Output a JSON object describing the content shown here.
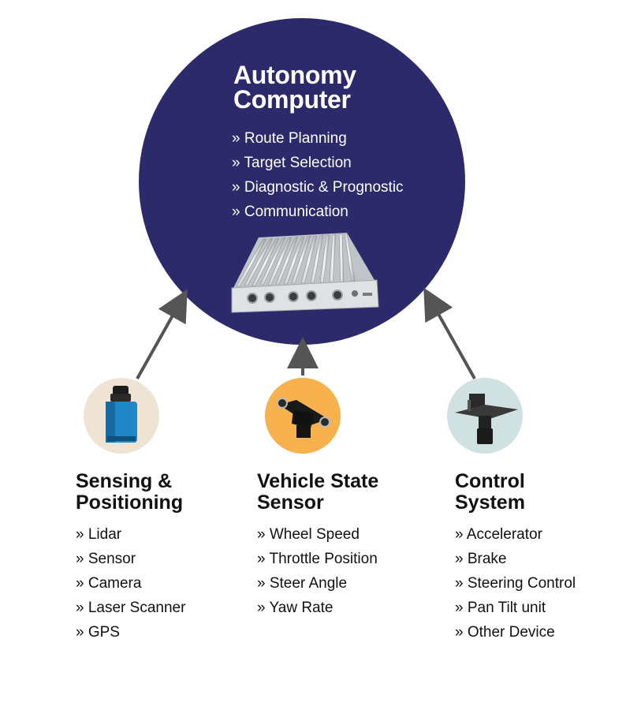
{
  "autonomy_computer": {
    "title_lines": [
      "Autonomy",
      "Computer"
    ],
    "items": [
      "» Route Planning",
      "» Target Selection",
      "» Diagnostic & Prognostic",
      "» Communication"
    ],
    "image": "computer-box-icon"
  },
  "columns": [
    {
      "title_lines": [
        "Sensing &",
        "Positioning"
      ],
      "items": [
        "» Lidar",
        "» Sensor",
        "» Camera",
        "» Laser Scanner",
        "» GPS"
      ],
      "image": "lidar-sensor-icon"
    },
    {
      "title_lines": [
        "Vehicle State",
        "Sensor"
      ],
      "items": [
        "» Wheel Speed",
        "» Throttle Position",
        "» Steer Angle",
        "» Yaw Rate"
      ],
      "image": "position-sensor-icon"
    },
    {
      "title_lines": [
        "Control",
        "System"
      ],
      "items": [
        "» Accelerator",
        "» Brake",
        "» Steering Control",
        "» Pan Tilt unit",
        "» Other Device"
      ],
      "image": "pan-tilt-unit-icon"
    }
  ],
  "colors": {
    "main_circle": "#2c2a6b",
    "sensing_circle": "#efe4d3",
    "vehicle_circle": "#f7b24d",
    "control_circle": "#cfe1e0",
    "arrow": "#555555"
  }
}
